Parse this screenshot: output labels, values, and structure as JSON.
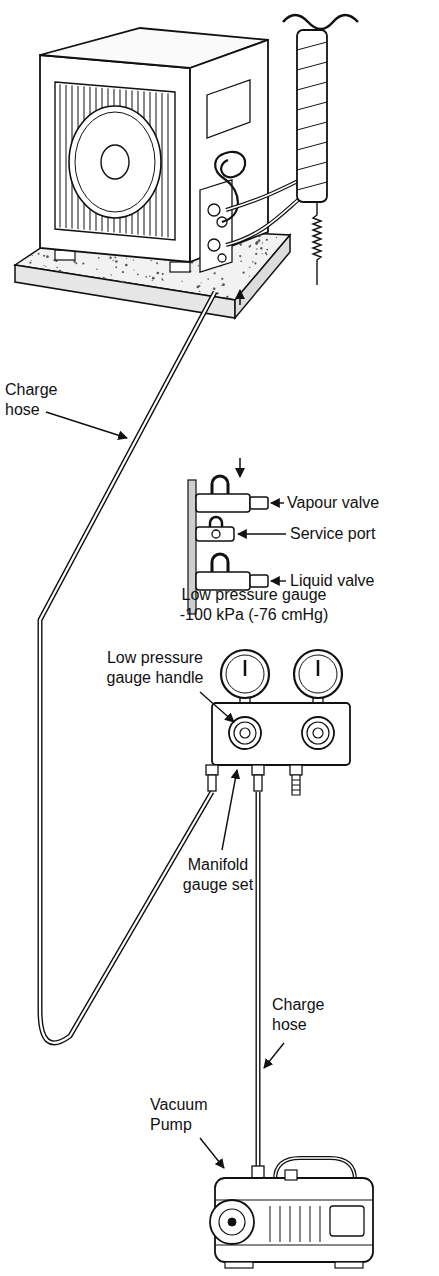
{
  "diagram": {
    "labels": [
      "Charge hose",
      "Vapour valve",
      "Service port",
      "Liquid valve",
      "Low pressure gauge -100 kPa (-76 cmHg)",
      "Low pressure gauge handle",
      "Manifold gauge set",
      "Charge hose",
      "Vacuum Pump"
    ]
  }
}
